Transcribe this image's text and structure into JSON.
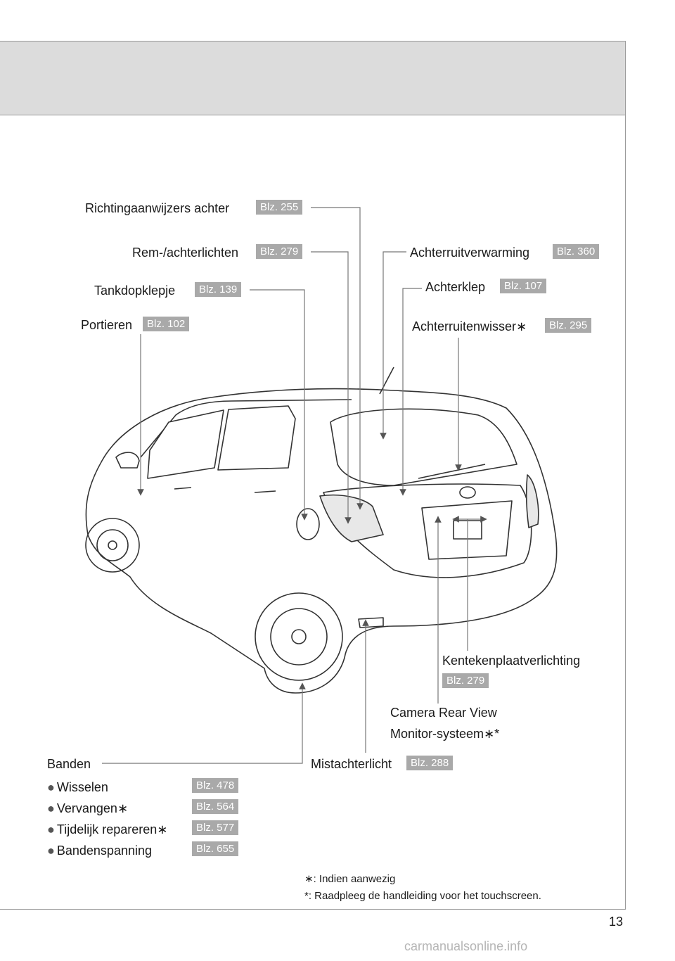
{
  "labels": {
    "richting": "Richtingaanwijzers achter",
    "rem": "Rem-/achterlichten",
    "tankdop": "Tankdopklepje",
    "portieren": "Portieren",
    "achterruitverwarming": "Achterruitverwarming",
    "achterklep": "Achterklep",
    "achterruitenwisser": "Achterruitenwisser∗",
    "kenteken": "Kentekenplaatverlichting",
    "camera_line1": "Camera Rear View",
    "camera_line2": "Monitor-systeem∗*",
    "mistachterlicht": "Mistachterlicht",
    "banden": "Banden",
    "wisselen": "Wisselen",
    "vervangen": "Vervangen∗",
    "tijdelijk": "Tijdelijk repareren∗",
    "bandenspanning": "Bandenspanning"
  },
  "pages": {
    "richting": "Blz. 255",
    "rem": "Blz. 279",
    "tankdop": "Blz. 139",
    "portieren": "Blz. 102",
    "achterruitverwarming": "Blz. 360",
    "achterklep": "Blz. 107",
    "achterruitenwisser": "Blz. 295",
    "kenteken": "Blz. 279",
    "mistachterlicht": "Blz. 288",
    "wisselen": "Blz. 478",
    "vervangen": "Blz. 564",
    "tijdelijk": "Blz. 577",
    "bandenspanning": "Blz. 655"
  },
  "bullet_symbol": "●",
  "notes": {
    "asterisk1": "∗: Indien aanwezig",
    "asterisk2": "*: Raadpleeg de handleiding voor het touchscreen."
  },
  "page_number": "13",
  "watermark": "carmanualsonline.info",
  "colors": {
    "band": "#dcdcdc",
    "badge": "#a9a9a9"
  }
}
